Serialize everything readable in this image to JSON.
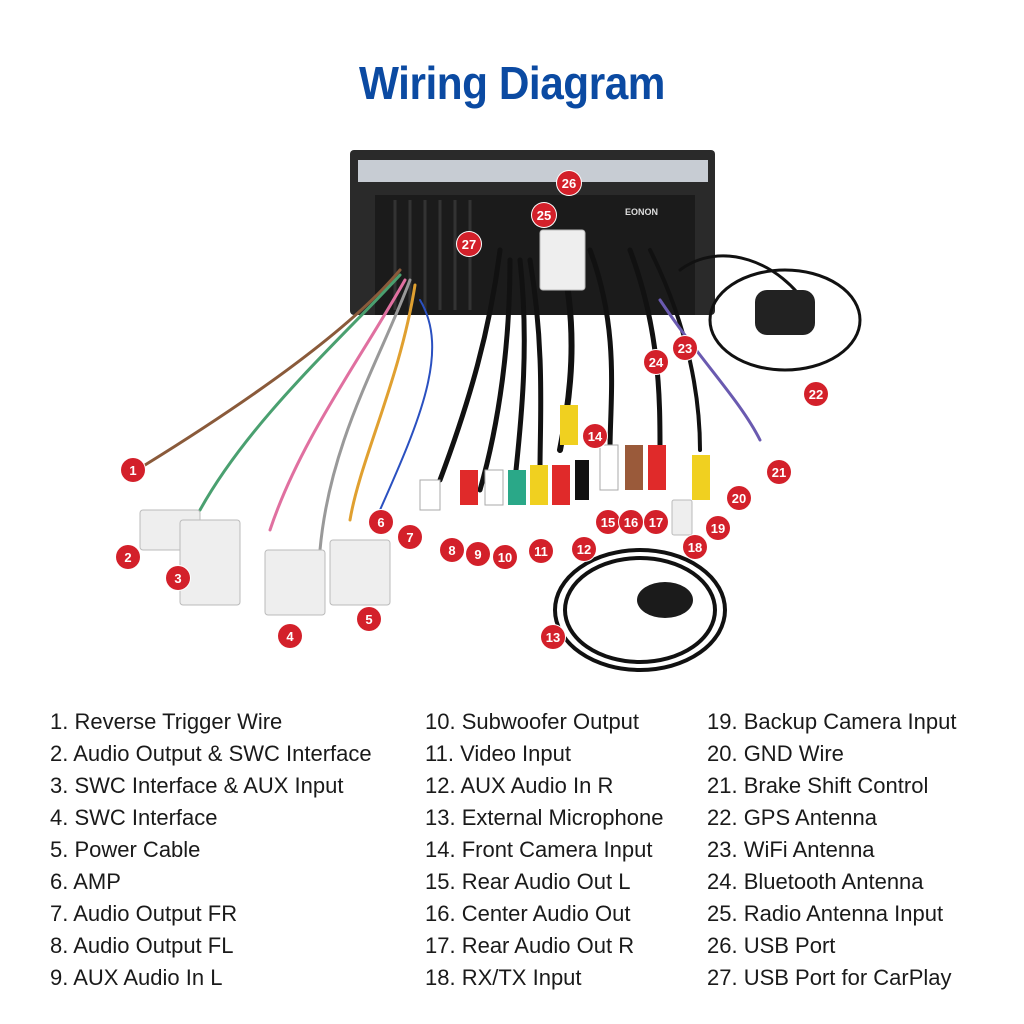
{
  "title": "Wiring Diagram",
  "brand_logo": "EONON",
  "colors": {
    "title": "#0b4aa2",
    "marker": "#d3202a"
  },
  "markers": [
    "1",
    "2",
    "3",
    "4",
    "5",
    "6",
    "7",
    "8",
    "9",
    "10",
    "11",
    "12",
    "13",
    "14",
    "15",
    "16",
    "17",
    "18",
    "19",
    "20",
    "21",
    "22",
    "23",
    "24",
    "25",
    "26",
    "27"
  ],
  "legend": {
    "col1": [
      "1. Reverse Trigger Wire",
      "2. Audio Output & SWC Interface",
      "3. SWC Interface & AUX Input",
      "4. SWC Interface",
      "5. Power Cable",
      "6. AMP",
      "7. Audio Output FR",
      "8. Audio Output FL",
      "9. AUX Audio In L"
    ],
    "col2": [
      "10. Subwoofer Output",
      "11. Video Input",
      "12. AUX Audio In R",
      "13. External Microphone",
      "14. Front Camera Input",
      "15. Rear Audio Out L",
      "16. Center Audio Out",
      "17. Rear Audio Out R",
      "18. RX/TX Input"
    ],
    "col3": [
      "19. Backup Camera Input",
      "20. GND Wire",
      "21. Brake Shift Control",
      "22. GPS Antenna",
      "23. WiFi Antenna",
      "24. Bluetooth Antenna",
      "25. Radio Antenna Input",
      "26. USB Port",
      "27. USB Port for CarPlay"
    ]
  }
}
